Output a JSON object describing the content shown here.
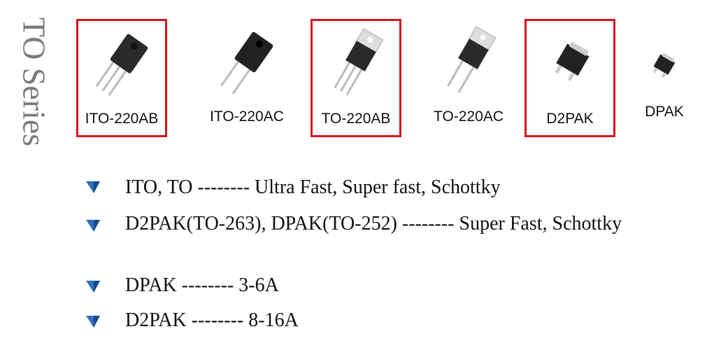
{
  "title": "TO Series",
  "packages": [
    {
      "label": "ITO-220AB",
      "highlighted": true
    },
    {
      "label": "ITO-220AC",
      "highlighted": false
    },
    {
      "label": "TO-220AB",
      "highlighted": true
    },
    {
      "label": "TO-220AC",
      "highlighted": false
    },
    {
      "label": "D2PAK",
      "highlighted": true
    },
    {
      "label": "DPAK",
      "highlighted": false
    }
  ],
  "bullets": [
    {
      "text": "ITO, TO -------- Ultra Fast, Super fast, Schottky"
    },
    {
      "text": "D2PAK(TO-263), DPAK(TO-252) -------- Super Fast, Schottky"
    },
    {
      "text": "DPAK -------- 3-6A"
    },
    {
      "text": "D2PAK -------- 8-16A"
    }
  ],
  "colors": {
    "highlight": "#d8141c",
    "bullet": "#2e6fc0",
    "title": "#7a7a7a"
  }
}
